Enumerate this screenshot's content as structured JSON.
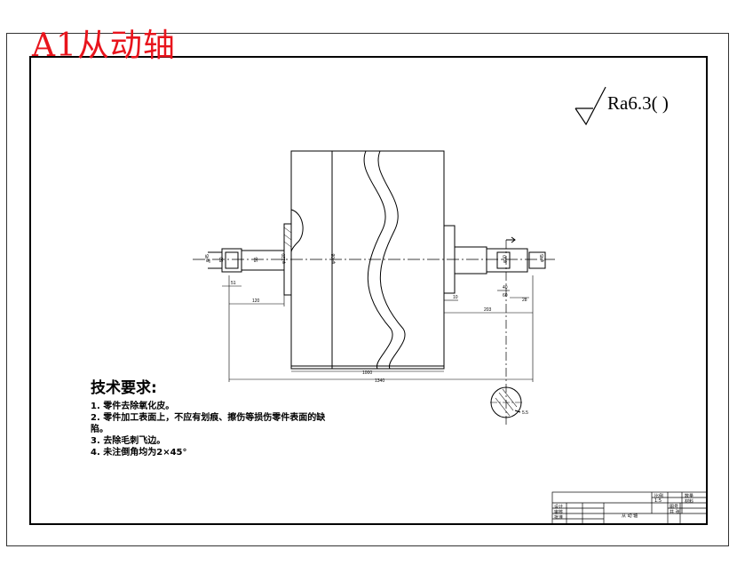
{
  "title": "A1从动轴",
  "roughness": "Ra6.3(  )",
  "notes": {
    "heading": "技术要求:",
    "items": [
      "1. 零件去除氧化皮。",
      "2. 零件加工表面上，不应有划痕、擦伤等损伤零件表面的缺",
      "陷。",
      "3. 去除毛刺飞边。",
      "4. 未注倒角均为2×45°"
    ]
  },
  "dimensions": {
    "d_left_end": "φ45",
    "d_left_50": "50",
    "d_left_55": "55",
    "d_hub": "φ120",
    "d_drum": "φ408",
    "d_right_50": "φ50",
    "d_right_45": "φ45",
    "len_51": "51",
    "len_120": "120",
    "len_10": "10",
    "len_203": "203",
    "len_28": "28",
    "len_40": "40",
    "len_60": "60",
    "len_1000": "1000",
    "len_1340": "1340",
    "section_5_5": "5.5"
  },
  "title_block": {
    "scale_label": "比例",
    "scale_value": "1:5",
    "qty_label": "数量",
    "material_label": "材料",
    "part_name": "从 动 轴",
    "row_labels": [
      "设计",
      "审核",
      "批准"
    ],
    "drawing_no_label": "图号",
    "sheet_label": "共 张"
  }
}
